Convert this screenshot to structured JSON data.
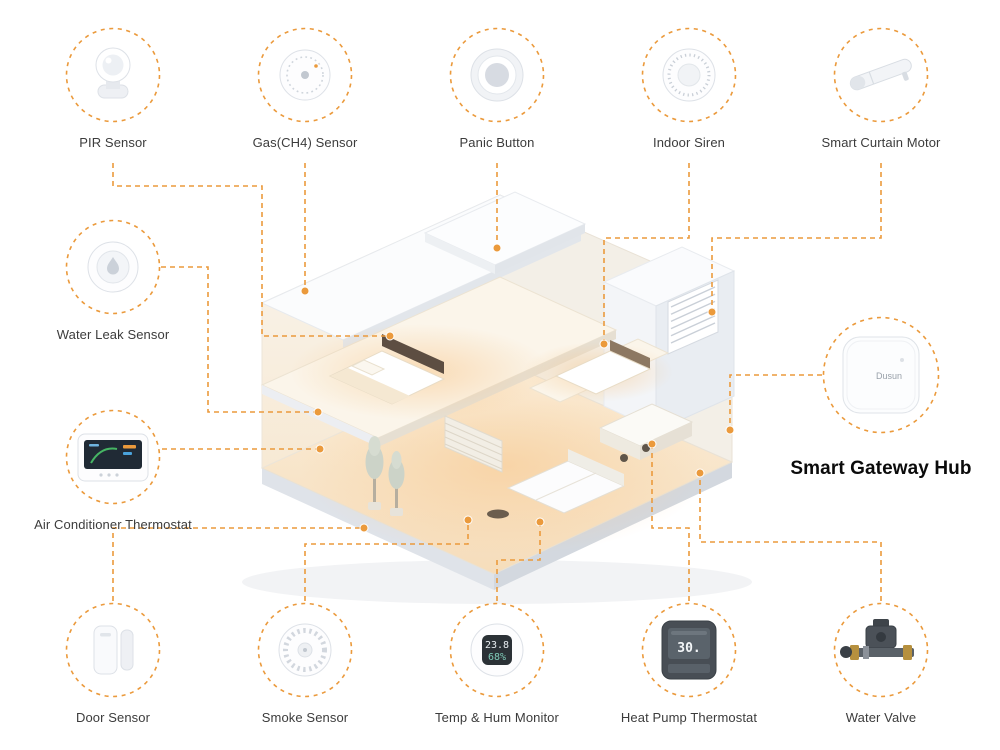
{
  "page": {
    "background": "#ffffff",
    "accent_color": "#EB9A3C"
  },
  "diagram": {
    "devices": [
      {
        "id": "pir-sensor",
        "label": "PIR Sensor"
      },
      {
        "id": "gas-ch4-sensor",
        "label": "Gas(CH4) Sensor"
      },
      {
        "id": "panic-button",
        "label": "Panic Button"
      },
      {
        "id": "indoor-siren",
        "label": "Indoor Siren"
      },
      {
        "id": "smart-curtain-motor",
        "label": "Smart Curtain Motor"
      },
      {
        "id": "water-leak-sensor",
        "label": "Water Leak Sensor"
      },
      {
        "id": "air-conditioner-thermostat",
        "label": "Air Conditioner Thermostat"
      },
      {
        "id": "smart-gateway-hub",
        "label": "Smart Gateway Hub"
      },
      {
        "id": "door-sensor",
        "label": "Door Sensor"
      },
      {
        "id": "smoke-sensor",
        "label": "Smoke Sensor"
      },
      {
        "id": "temp-hum-monitor",
        "label": "Temp & Hum Monitor"
      },
      {
        "id": "heat-pump-thermostat",
        "label": "Heat Pump Thermostat"
      },
      {
        "id": "water-valve",
        "label": "Water Valve"
      }
    ],
    "hub_brand": "Dusun",
    "displays": {
      "temp_hum": {
        "temperature": "23.8",
        "humidity": "68%"
      },
      "heat_pump": {
        "value": "30."
      }
    }
  }
}
